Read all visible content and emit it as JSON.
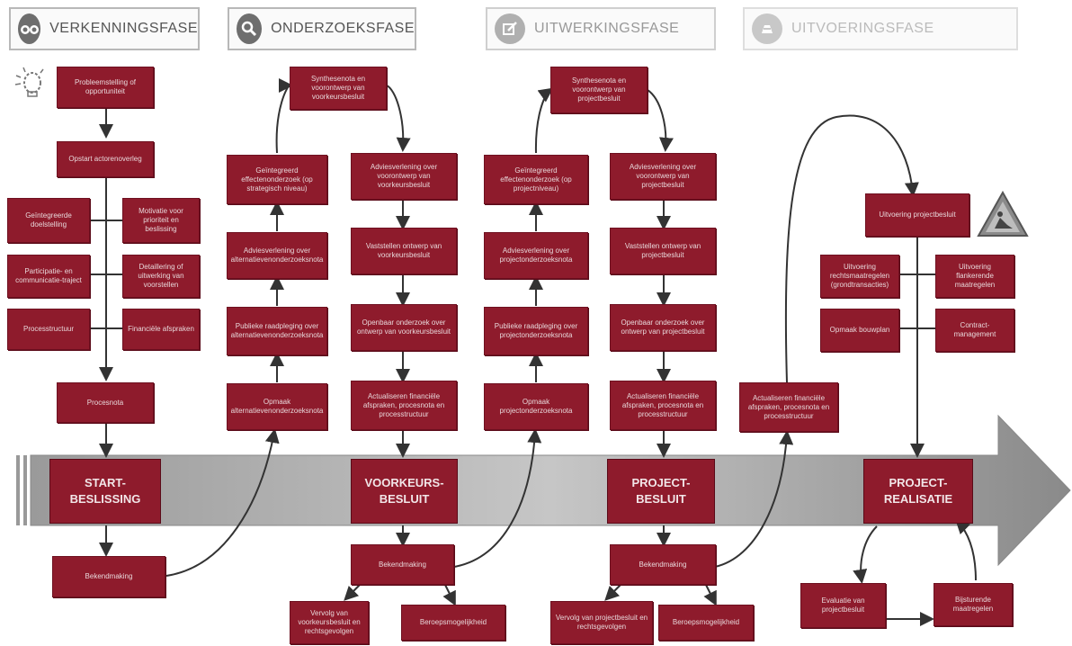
{
  "phases": [
    {
      "label": "VERKENNINGSFASE",
      "icon": "binoculars-icon",
      "color": "#6e6e6e"
    },
    {
      "label": "ONDERZOEKSFASE",
      "icon": "magnifier-icon",
      "color": "#6e6e6e"
    },
    {
      "label": "UITWERKINGSFASE",
      "icon": "edit-icon",
      "color": "#b0b0b0"
    },
    {
      "label": "UITVOERINGSFASE",
      "icon": "construction-icon",
      "color": "#c8c8c8"
    }
  ],
  "milestones": {
    "start": "START-\nBESLISSING",
    "voorkeur": "VOORKEURS-\nBESLUIT",
    "project": "PROJECT-\nBESLUIT",
    "realisatie": "PROJECT-\nREALISATIE"
  },
  "verkenning": {
    "b1": "Probleemstelling of opportuniteit",
    "b2": "Opstart actorenoverleg",
    "b3": "Geïntegreerde doelstelling",
    "b4": "Motivatie voor prioriteit en beslissing",
    "b5": "Participatie- en communicatie-traject",
    "b6": "Detaillering of uitwerking van voorstellen",
    "b7": "Processtructuur",
    "b8": "Financiële afspraken",
    "b9": "Procesnota",
    "b10": "Bekendmaking"
  },
  "onderzoek": {
    "synth": "Synthesenota en voorontwerp van voorkeursbesluit",
    "l1": "Geïntegreerd effectenonderzoek (op strategisch niveau)",
    "l2": "Adviesverlening over alternatievenonderzoeksnota",
    "l3": "Publieke raadpleging over alternatievenonderzoeksnota",
    "l4": "Opmaak alternatievenonderzoeksnota",
    "r1": "Adviesverlening over voorontwerp van voorkeursbesluit",
    "r2": "Vaststellen ontwerp van voorkeursbesluit",
    "r3": "Openbaar onderzoek over ontwerp van voorkeursbesluit",
    "r4": "Actualiseren financiële afspraken, procesnota en processtructuur",
    "bek": "Bekendmaking",
    "v1": "Vervolg van voorkeursbesluit en rechtsgevolgen",
    "v2": "Beroepsmogelijkheid"
  },
  "uitwerking": {
    "synth": "Synthesenota en voorontwerp van projectbesluit",
    "l1": "Geïntegreerd effectenonderzoek (op projectniveau)",
    "l2": "Adviesverlening over projectonderzoeksnota",
    "l3": "Publieke raadpleging over projectonderzoeksnota",
    "l4": "Opmaak projectonderzoeksnota",
    "r1": "Adviesverlening over voorontwerp van projectbesluit",
    "r2": "Vaststellen ontwerp van projectbesluit",
    "r3": "Openbaar onderzoek over ontwerp van projectbesluit",
    "r4": "Actualiseren financiële afspraken, procesnota en processtructuur",
    "bek": "Bekendmaking",
    "v1": "Vervolg van projectbesluit en rechtsgevolgen",
    "v2": "Beroepsmogelijkheid"
  },
  "uitvoering": {
    "act": "Actualiseren financiële afspraken, procesnota en processtructuur",
    "uit": "Uitvoering projectbesluit",
    "a": "Uitvoering rechtsmaatregelen (grondtransacties)",
    "b": "Uitvoering flankerende maatregelen",
    "c": "Opmaak bouwplan",
    "d": "Contract-management",
    "e": "Evaluatie van projectbesluit",
    "f": "Bijsturende maatregelen"
  },
  "colors": {
    "box": "#8e1b2c",
    "arrow_body": "#b0b0b0",
    "line": "#3a3a3a"
  }
}
